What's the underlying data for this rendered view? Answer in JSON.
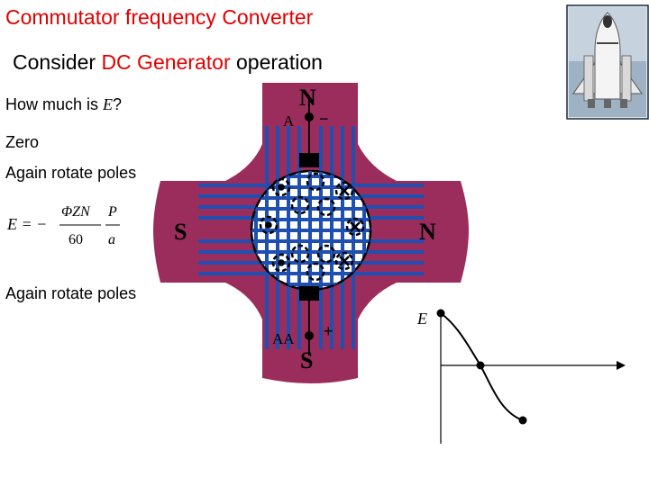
{
  "slide": {
    "title": "Commutator frequency Converter",
    "subtitle_prefix": "Consider ",
    "subtitle_highlight": "DC Generator",
    "subtitle_suffix": " operation",
    "question_prefix": "How much is ",
    "question_var": "E",
    "question_suffix": "?",
    "answer_zero": "Zero",
    "answer_rotate_1": "Again rotate poles",
    "answer_rotate_2": "Again rotate poles"
  },
  "formula": {
    "lhs": "E = −",
    "num_1": "ΦZN",
    "den_1": "60",
    "num_2": "P",
    "den_2": "a"
  },
  "machine": {
    "pole_top": "N",
    "pole_bottom": "S",
    "pole_left": "S",
    "pole_right": "N",
    "brush_top_label": "A",
    "brush_top_sign": "−",
    "brush_bottom_label": "AA",
    "brush_bottom_sign": "+"
  },
  "graph": {
    "axis_label": "E"
  },
  "colors": {
    "title": "#e00000",
    "highlight": "#e00000",
    "pole": "#9b2d5c",
    "field_lines": "#1f4fb0"
  },
  "icons": {
    "shuttle": "space-shuttle-icon"
  }
}
